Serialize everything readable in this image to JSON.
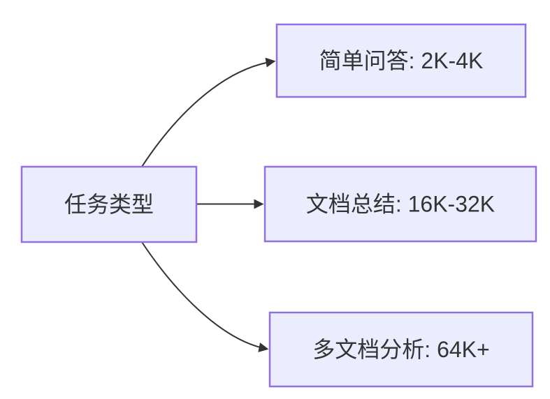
{
  "diagram": {
    "type": "flowchart",
    "direction": "left-to-right",
    "nodes": [
      {
        "id": "task-type",
        "role": "root",
        "label": "任务类型"
      },
      {
        "id": "simple-qa",
        "role": "branch",
        "label": "简单问答: 2K-4K"
      },
      {
        "id": "doc-summary",
        "role": "branch",
        "label": "文档总结: 16K-32K"
      },
      {
        "id": "multi-doc-analysis",
        "role": "branch",
        "label": "多文档分析: 64K+"
      }
    ],
    "edges": [
      {
        "from": "task-type",
        "to": "simple-qa"
      },
      {
        "from": "task-type",
        "to": "doc-summary"
      },
      {
        "from": "task-type",
        "to": "multi-doc-analysis"
      }
    ]
  },
  "theme": {
    "node_fill": "#ECECFF",
    "node_border": "#9370DB",
    "edge_color": "#333333",
    "text_color": "#333333",
    "background": "#FFFFFF"
  }
}
